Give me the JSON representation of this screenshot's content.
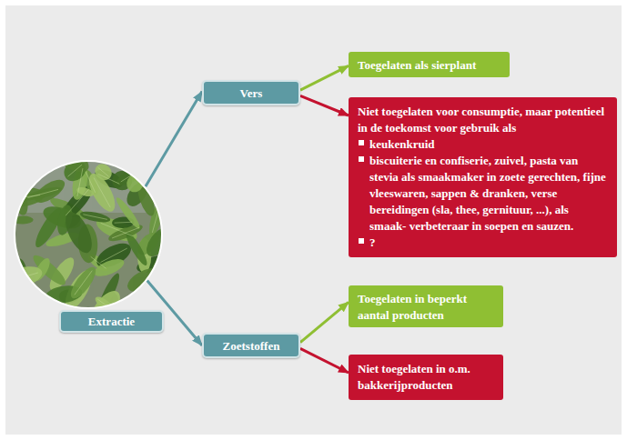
{
  "diagram": {
    "nodes": [
      {
        "text": [
          "Extractie"
        ]
      },
      {
        "text": [
          "Vers"
        ]
      },
      {
        "text": [
          "Toegelaten als sierplant"
        ]
      },
      {
        "text": [
          "Niet toegelaten voor consumptie, maar potentieel in de toekomst voor gebruik als",
          "keukenkruid",
          "biscuiterie en confiserie, zuivel, pasta van stevia als smaakmaker in zoete gerechten, fijne vleeswaren, sappen & dranken, verse bereidingen (sla, thee, gernituur, ...), als smaak- verbeteraar in soepen en sauzen.",
          "?"
        ]
      },
      {
        "text": [
          "Zoetstoffen"
        ]
      },
      {
        "text": [
          "Toegelaten in beperkt aantal producten"
        ]
      },
      {
        "text": [
          "Niet toegelaten in o.m. bakkerijproducten"
        ]
      }
    ],
    "edges": [
      {
        "from": 0,
        "to": 1,
        "arrow": "to"
      },
      {
        "from": 0,
        "to": 4,
        "arrow": "to"
      },
      {
        "from": 1,
        "to": 2,
        "arrow": "to"
      },
      {
        "from": 1,
        "to": 3,
        "arrow": "to"
      },
      {
        "from": 4,
        "to": 5,
        "arrow": "to"
      },
      {
        "from": 4,
        "to": 6,
        "arrow": "to"
      }
    ]
  }
}
